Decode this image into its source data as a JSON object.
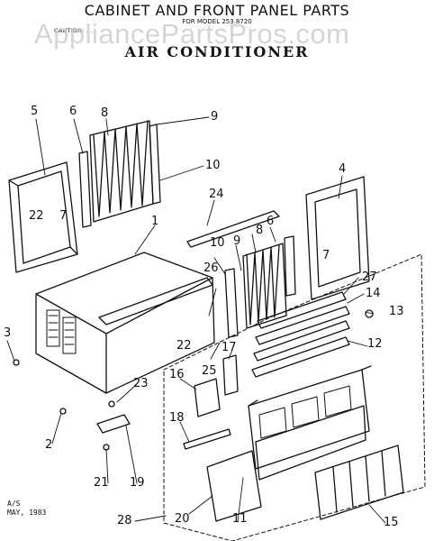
{
  "header": {
    "title": "CABINET AND FRONT PANEL PARTS",
    "model_line": "FOR MODEL 253.8720",
    "caution_line": "CAUTION: ...",
    "subtitle": "AIR CONDITIONER"
  },
  "watermark": "AppliancePartsPros.com",
  "footer": {
    "line1": "A/S",
    "line2": "MAY, 1983"
  },
  "callouts": [
    "1",
    "2",
    "3",
    "4",
    "5",
    "6",
    "6",
    "7",
    "7",
    "8",
    "8",
    "9",
    "9",
    "10",
    "10",
    "11",
    "12",
    "13",
    "14",
    "15",
    "16",
    "17",
    "18",
    "19",
    "20",
    "21",
    "22",
    "22",
    "23",
    "24",
    "25",
    "26",
    "27",
    "28"
  ]
}
